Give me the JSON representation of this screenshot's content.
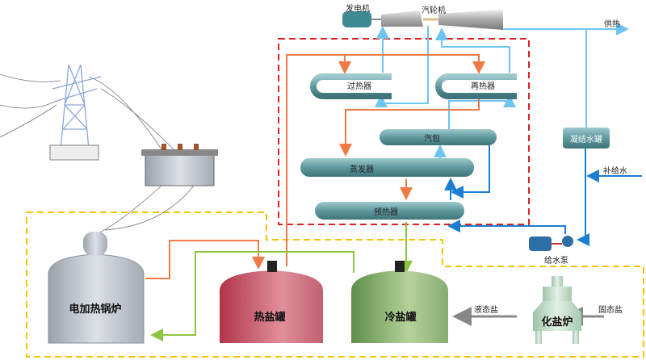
{
  "labels": {
    "generator": "发电机",
    "turbine": "汽轮机",
    "heat_supply": "供热",
    "superheater": "过热器",
    "reheater": "再热器",
    "drum": "汽包",
    "evaporator": "蒸发器",
    "preheater": "预热器",
    "condensate_tank": "凝结水罐",
    "makeup_water": "补给水",
    "feed_pump": "给水泵",
    "electric_boiler": "电加热锅炉",
    "hot_salt_tank": "热盐罐",
    "cold_salt_tank": "冷盐罐",
    "salt_melter": "化盐炉",
    "liquid_salt": "液态盐",
    "solid_salt": "固态盐"
  },
  "colors": {
    "steam": "#6ec6f0",
    "water": "#1a7fd0",
    "hot_salt": "#f07a45",
    "cold_salt": "#8cc63f",
    "salt_feed": "#888888",
    "steam_boundary": "#e02020",
    "salt_boundary": "#f5c400"
  }
}
